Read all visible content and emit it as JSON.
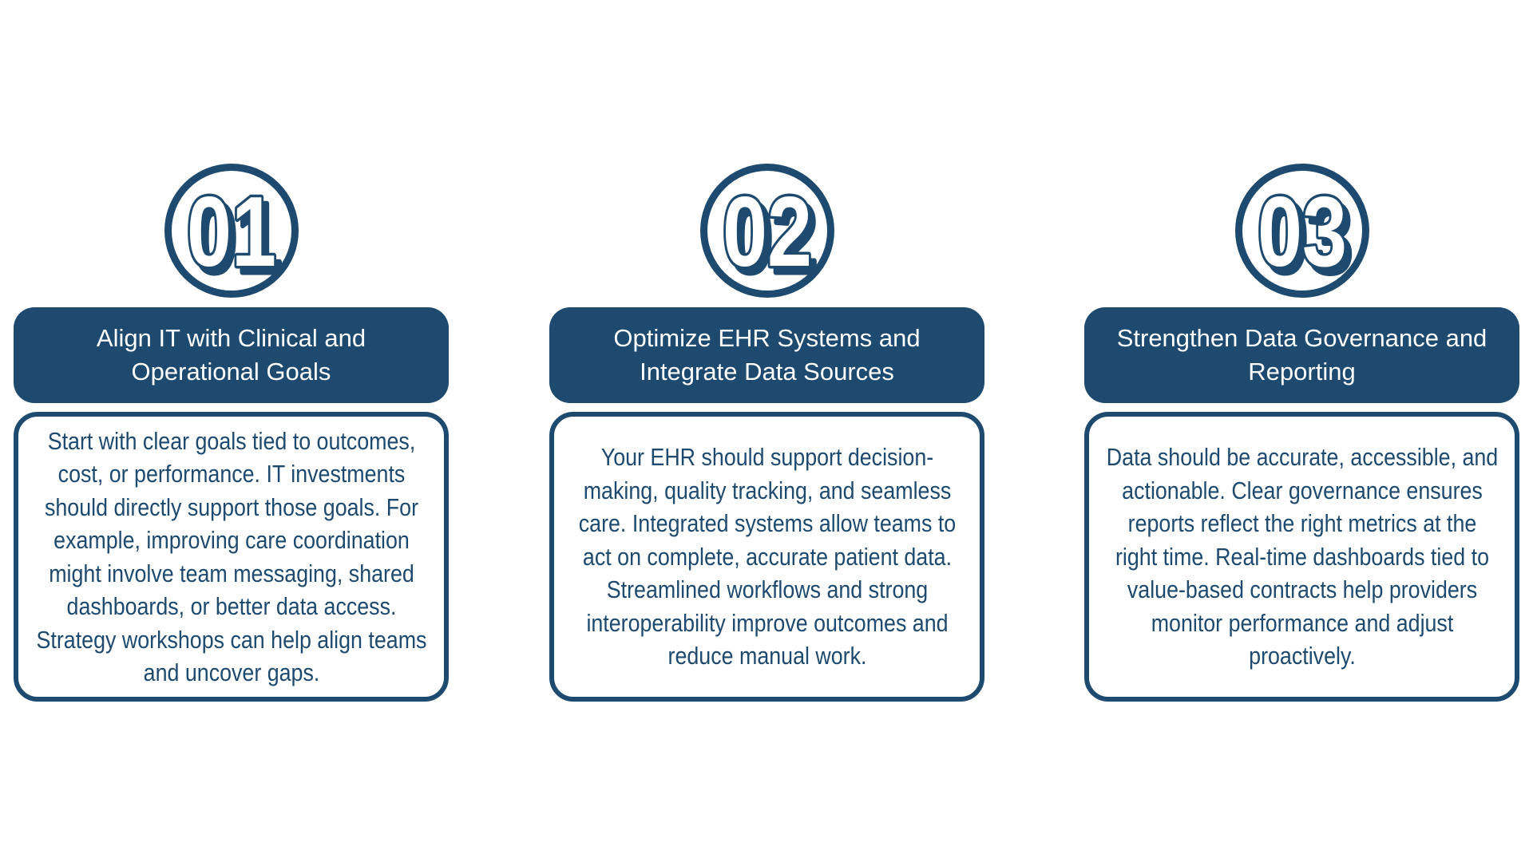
{
  "page": {
    "background": "#ffffff",
    "accent_color": "#1d4a6e",
    "text_on_accent_color": "#ffffff"
  },
  "columns": [
    {
      "number": "01",
      "title": "Align IT with Clinical and\nOperational Goals",
      "body": "Start with clear goals tied to outcomes,\ncost, or performance. IT investments\nshould directly support those goals. For\nexample, improving care coordination\nmight involve team messaging, shared\ndashboards, or better data access.\nStrategy workshops can help align teams\nand uncover gaps."
    },
    {
      "number": "02",
      "title": "Optimize EHR Systems and\nIntegrate Data Sources",
      "body": "Your EHR should support decision-\nmaking, quality tracking, and seamless\ncare. Integrated systems allow teams to\nact on complete, accurate patient data.\nStreamlined workflows and strong\ninteroperability improve outcomes and\nreduce manual work."
    },
    {
      "number": "03",
      "title": "Strengthen Data Governance and\nReporting",
      "body": "Data should be accurate, accessible, and\nactionable. Clear governance ensures\nreports reflect the right metrics at the\nright time. Real-time dashboards tied to\nvalue-based contracts help providers\nmonitor performance and adjust\nproactively."
    }
  ]
}
